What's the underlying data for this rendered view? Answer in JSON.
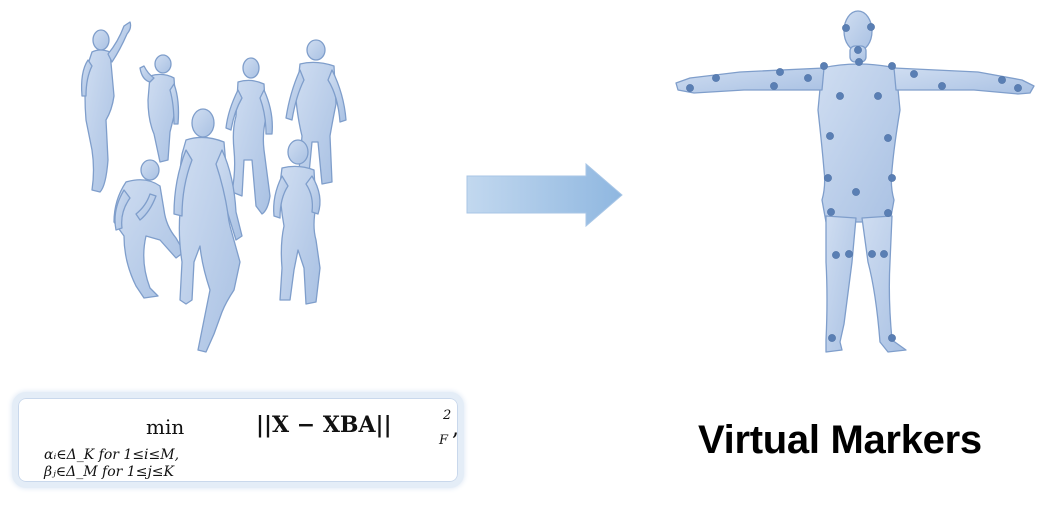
{
  "formula": {
    "operator": "min",
    "constraint_1": "αᵢ∈Δ_K for 1≤i≤M,",
    "constraint_2": "βⱼ∈Δ_M for 1≤j≤K",
    "objective": "||X − XBA||",
    "superscript": "2",
    "subscript": "F",
    "trailing": ","
  },
  "title": "Virtual Markers",
  "colors": {
    "mesh": "#b9cde8",
    "mesh_edge": "#7f9ecb",
    "marker": "#5a7fb4",
    "arrow": "#9cc0e3"
  },
  "icons": [
    "human-mesh-poses",
    "right-arrow",
    "t-pose-mesh-with-markers"
  ]
}
